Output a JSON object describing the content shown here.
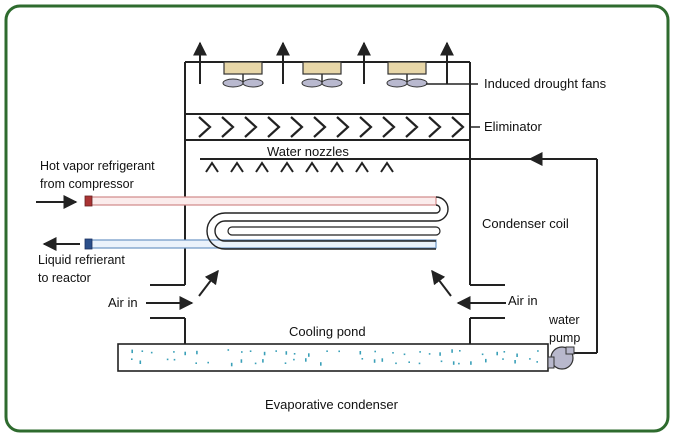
{
  "diagram": {
    "labels": {
      "fans": "Induced drought fans",
      "eliminator": "Eliminator",
      "water_nozzles": "Water nozzles",
      "hot_vapor_line1": "Hot vapor refrigerant",
      "hot_vapor_line2": "from compressor",
      "condenser_coil": "Condenser coil",
      "liquid_line1": "Liquid refrierant",
      "liquid_line2": "to reactor",
      "air_in_left": "Air in",
      "air_in_right": "Air in",
      "cooling_pond": "Cooling pond",
      "water_line1": "water",
      "water_line2": "pump",
      "caption": "Evaporative condenser"
    },
    "colors": {
      "frame_border": "#2e6b2e",
      "line": "#222222",
      "fan_housing": "#e8d7a8",
      "fan_blade": "#b9b9cf",
      "hot_pipe": "#e0a0a0",
      "cold_pipe": "#7ea6cf",
      "pond_dots": "#3aa0b8",
      "pump": "#b8b8cc"
    }
  }
}
